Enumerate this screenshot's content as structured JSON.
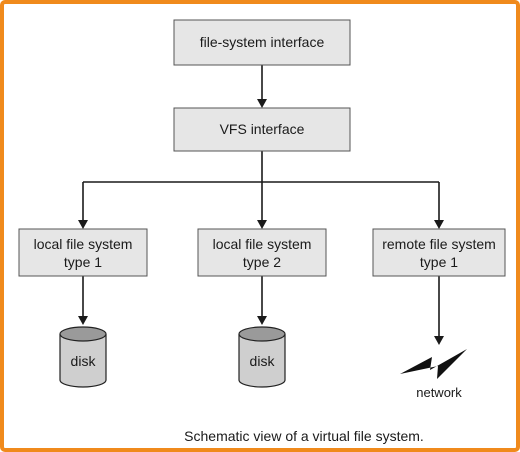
{
  "frame": {
    "border_color": "#f08a1c"
  },
  "colors": {
    "box_fill": "#e6e6e6",
    "disk_fill": "#cfcfcf",
    "disk_top": "#9a9a9a",
    "line": "#1a1a1a"
  },
  "diagram": {
    "fs_interface": {
      "lines": [
        "file-system interface"
      ]
    },
    "vfs_interface": {
      "lines": [
        "VFS interface"
      ]
    },
    "local_fs_1": {
      "lines": [
        "local file system",
        "type 1"
      ]
    },
    "local_fs_2": {
      "lines": [
        "local file system",
        "type 2"
      ]
    },
    "remote_fs_1": {
      "lines": [
        "remote file system",
        "type 1"
      ]
    },
    "disk_1": {
      "label": "disk"
    },
    "disk_2": {
      "label": "disk"
    },
    "network": {
      "label": "network",
      "icon": "lightning-bolt-icon"
    }
  },
  "caption": "Schematic view of a virtual file system."
}
